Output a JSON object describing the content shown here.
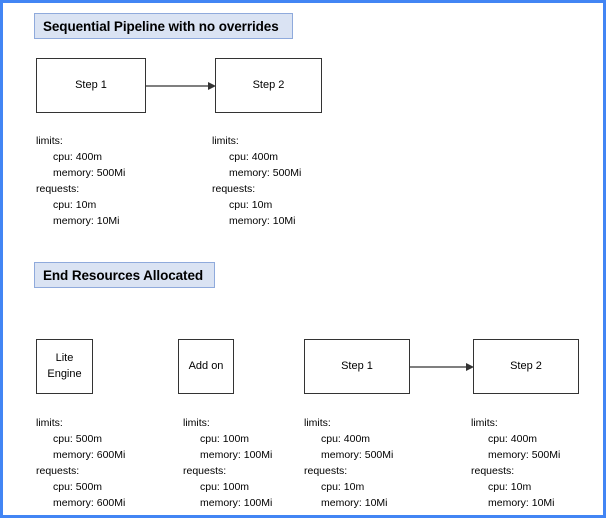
{
  "page": {
    "border_color": "#4285f4",
    "background": "#ffffff"
  },
  "theme": {
    "banner_fill": "#dae3f3",
    "banner_border": "#8faadc",
    "node_border": "#333333",
    "node_fill": "#ffffff",
    "arrow_color": "#333333"
  },
  "sections": [
    {
      "id": "sequential-pipeline",
      "title": "Sequential Pipeline with no overrides"
    },
    {
      "id": "end-resources-allocated",
      "title": "End Resources Allocated"
    }
  ],
  "top_row": {
    "nodes": [
      {
        "id": "top-step-1",
        "label": "Step 1"
      },
      {
        "id": "top-step-2",
        "label": "Step 2"
      }
    ],
    "connector": {
      "from": "top-step-1",
      "to": "top-step-2"
    },
    "specs": [
      {
        "id": "top-step-1-spec",
        "limits_label": "limits:",
        "limits_cpu": "cpu: 400m",
        "limits_memory": "memory: 500Mi",
        "requests_label": "requests:",
        "requests_cpu": "cpu: 10m",
        "requests_memory": "memory: 10Mi"
      },
      {
        "id": "top-step-2-spec",
        "limits_label": "limits:",
        "limits_cpu": "cpu: 400m",
        "limits_memory": "memory: 500Mi",
        "requests_label": "requests:",
        "requests_cpu": "cpu: 10m",
        "requests_memory": "memory: 10Mi"
      }
    ]
  },
  "bottom_row": {
    "nodes": [
      {
        "id": "lite-engine",
        "label_line_1": "Lite",
        "label_line_2": "Engine"
      },
      {
        "id": "add-on",
        "label_line_1": "Add on",
        "label_line_2": ""
      },
      {
        "id": "bottom-step-1",
        "label_line_1": "Step 1",
        "label_line_2": ""
      },
      {
        "id": "bottom-step-2",
        "label_line_1": "Step 2",
        "label_line_2": ""
      }
    ],
    "connector": {
      "from": "bottom-step-1",
      "to": "bottom-step-2"
    },
    "specs": [
      {
        "id": "lite-engine-spec",
        "limits_label": "limits:",
        "limits_cpu": "cpu: 500m",
        "limits_memory": "memory: 600Mi",
        "requests_label": "requests:",
        "requests_cpu": "cpu: 500m",
        "requests_memory": "memory: 600Mi"
      },
      {
        "id": "add-on-spec",
        "limits_label": "limits:",
        "limits_cpu": "cpu: 100m",
        "limits_memory": "memory: 100Mi",
        "requests_label": "requests:",
        "requests_cpu": "cpu: 100m",
        "requests_memory": "memory: 100Mi"
      },
      {
        "id": "bottom-step-1-spec",
        "limits_label": "limits:",
        "limits_cpu": "cpu: 400m",
        "limits_memory": "memory: 500Mi",
        "requests_label": "requests:",
        "requests_cpu": "cpu: 10m",
        "requests_memory": "memory: 10Mi"
      },
      {
        "id": "bottom-step-2-spec",
        "limits_label": "limits:",
        "limits_cpu": "cpu: 400m",
        "limits_memory": "memory: 500Mi",
        "requests_label": "requests:",
        "requests_cpu": "cpu: 10m",
        "requests_memory": "memory: 10Mi"
      }
    ]
  }
}
